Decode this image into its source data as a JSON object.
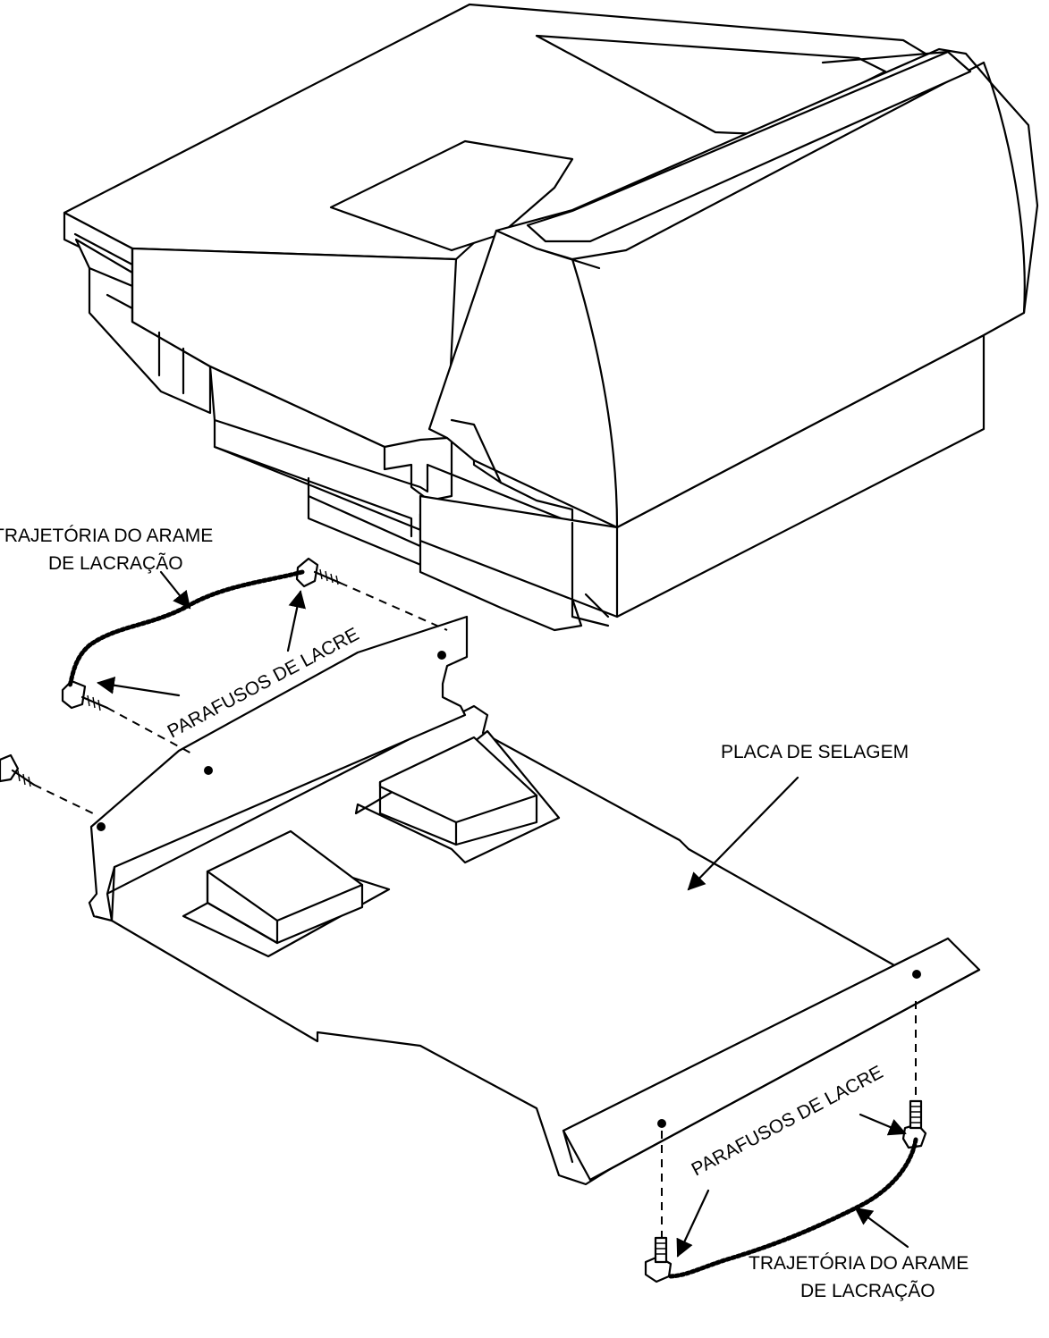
{
  "labels": {
    "wire_path_top_line1": "TRAJETÓRIA DO ARAME",
    "wire_path_top_line2": "DE LACRAÇÃO",
    "seal_screws_top": "PARAFUSOS DE LACRE",
    "sealing_plate": "PLACA DE SELAGEM",
    "seal_screws_bottom": "PARAFUSOS DE LACRE",
    "wire_path_bottom_line1": "TRAJETÓRIA DO ARAME",
    "wire_path_bottom_line2": "DE LACRAÇÃO"
  },
  "colors": {
    "ink": "#000000",
    "paper": "#ffffff"
  }
}
